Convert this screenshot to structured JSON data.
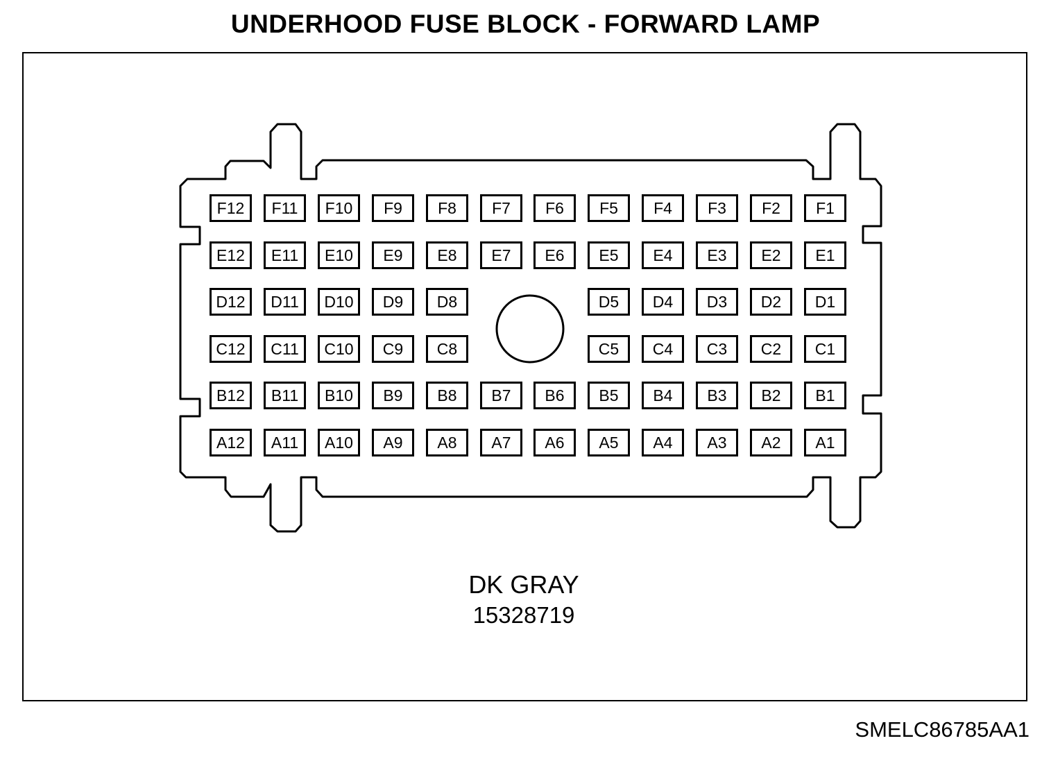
{
  "title": "UNDERHOOD FUSE BLOCK - FORWARD LAMP",
  "connector": {
    "color": "DK GRAY",
    "part_number": "15328719",
    "rows": [
      {
        "row": "F",
        "pins": [
          "F12",
          "F11",
          "F10",
          "F9",
          "F8",
          "F7",
          "F6",
          "F5",
          "F4",
          "F3",
          "F2",
          "F1"
        ]
      },
      {
        "row": "E",
        "pins": [
          "E12",
          "E11",
          "E10",
          "E9",
          "E8",
          "E7",
          "E6",
          "E5",
          "E4",
          "E3",
          "E2",
          "E1"
        ]
      },
      {
        "row": "D",
        "pins": [
          "D12",
          "D11",
          "D10",
          "D9",
          "D8",
          null,
          null,
          "D5",
          "D4",
          "D3",
          "D2",
          "D1"
        ]
      },
      {
        "row": "C",
        "pins": [
          "C12",
          "C11",
          "C10",
          "C9",
          "C8",
          null,
          null,
          "C5",
          "C4",
          "C3",
          "C2",
          "C1"
        ]
      },
      {
        "row": "B",
        "pins": [
          "B12",
          "B11",
          "B10",
          "B9",
          "B8",
          "B7",
          "B6",
          "B5",
          "B4",
          "B3",
          "B2",
          "B1"
        ]
      },
      {
        "row": "A",
        "pins": [
          "A12",
          "A11",
          "A10",
          "A9",
          "A8",
          "A7",
          "A6",
          "A5",
          "A4",
          "A3",
          "A2",
          "A1"
        ]
      }
    ]
  },
  "reference": "SMELC86785AA1"
}
